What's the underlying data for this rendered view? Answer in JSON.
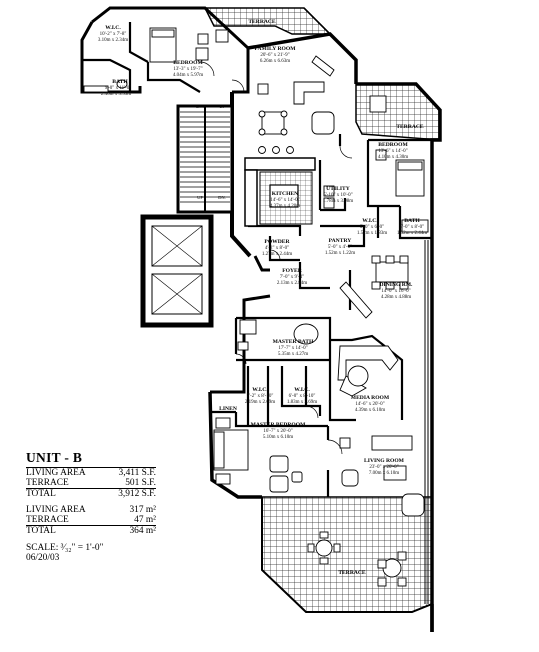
{
  "plan": {
    "unit_title": "UNIT - B",
    "imperial": [
      {
        "label": "LIVING AREA",
        "value": "3,411 S.F."
      },
      {
        "label": "TERRACE",
        "value": "501 S.F."
      }
    ],
    "imperial_total": {
      "label": "TOTAL",
      "value": "3,912 S.F."
    },
    "metric": [
      {
        "label": "LIVING AREA",
        "value": "317 m²"
      },
      {
        "label": "TERRACE",
        "value": "47 m²"
      }
    ],
    "metric_total": {
      "label": "TOTAL",
      "value": "364 m²"
    },
    "scale": "SCALE: ³⁄₃₂\" = 1'-0\"",
    "date": "06/20/03"
  },
  "rooms": {
    "wic_top": {
      "name": "W.I.C.",
      "dim1": "10'-2\" x 7'-8\"",
      "dim2": "3.10m x 2.34m"
    },
    "bedroom_top": {
      "name": "BEDROOM",
      "dim1": "13'-3\" x 19'-7\"",
      "dim2": "4.04m x 5.97m"
    },
    "bath_top": {
      "name": "BATH",
      "dim1": "9'-0\" x 11'-0\"",
      "dim2": "2.46m x 3.35m"
    },
    "terrace_top": {
      "name": "TERRACE"
    },
    "family": {
      "name": "FAMILY ROOM",
      "dim1": "20'-6\" x 21'-9\"",
      "dim2": "6.26m x 6.63m"
    },
    "terrace_right": {
      "name": "TERRACE"
    },
    "bedroom_right": {
      "name": "BEDROOM",
      "dim1": "13'-6\" x 14'-0\"",
      "dim2": "4.10m x 4.30m"
    },
    "kitchen": {
      "name": "KITCHEN",
      "dim1": "14'-6\" x 14'-0\"",
      "dim2": "4.37m x 4.20m"
    },
    "utility": {
      "name": "UTILITY",
      "dim1": "5'-10\" x 10'-0\"",
      "dim2": "1.78m x 3.08m"
    },
    "wic_right": {
      "name": "W.I.C.",
      "dim1": "5'-0\" x 6'-0\"",
      "dim2": "1.52m x 1.83m"
    },
    "bath_right": {
      "name": "BATH",
      "dim1": "5'-0\" x 8'-0\"",
      "dim2": "1.52m x 2.44m"
    },
    "pantry": {
      "name": "PANTRY",
      "dim1": "5'-0\" x 4'-0\"",
      "dim2": "1.52m x 1.22m"
    },
    "powder": {
      "name": "POWDER",
      "dim1": "4'-2\" x 8'-0\"",
      "dim2": "1.27m x 2.44m"
    },
    "foyer": {
      "name": "FOYER",
      "dim1": "7'-0\" x 9'-4\"",
      "dim2": "2.13m x 2.84m"
    },
    "dining": {
      "name": "DINING RM.",
      "dim1": "14'-0\" x 16'-0\"",
      "dim2": "4.28m x 4.88m"
    },
    "master_bath": {
      "name": "MASTER BATH",
      "dim1": "17'-7\" x 14'-0\"",
      "dim2": "5.35m x 4.27m"
    },
    "wic_a": {
      "name": "W.I.C.",
      "dim1": "7'-2\" x 8'-10\"",
      "dim2": "2.19m x 2.69m"
    },
    "wic_b": {
      "name": "W.I.C.",
      "dim1": "6'-0\" x 8'-10\"",
      "dim2": "1.83m x 2.69m"
    },
    "media": {
      "name": "MEDIA ROOM",
      "dim1": "14'-6\" x 20'-0\"",
      "dim2": "4.39m x 6.10m"
    },
    "linen": {
      "name": "LINEN"
    },
    "master_bed": {
      "name": "MASTER BEDROOM",
      "dim1": "16'-7\" x 20'-0\"",
      "dim2": "5.10m x 6.10m"
    },
    "living": {
      "name": "LIVING ROOM",
      "dim1": "23'-0\" x 20'-0\"",
      "dim2": "7.00m x 6.10m"
    },
    "terrace_bottom": {
      "name": "TERRACE"
    }
  },
  "stairs": {
    "dn": "DN.",
    "up": "UP"
  }
}
